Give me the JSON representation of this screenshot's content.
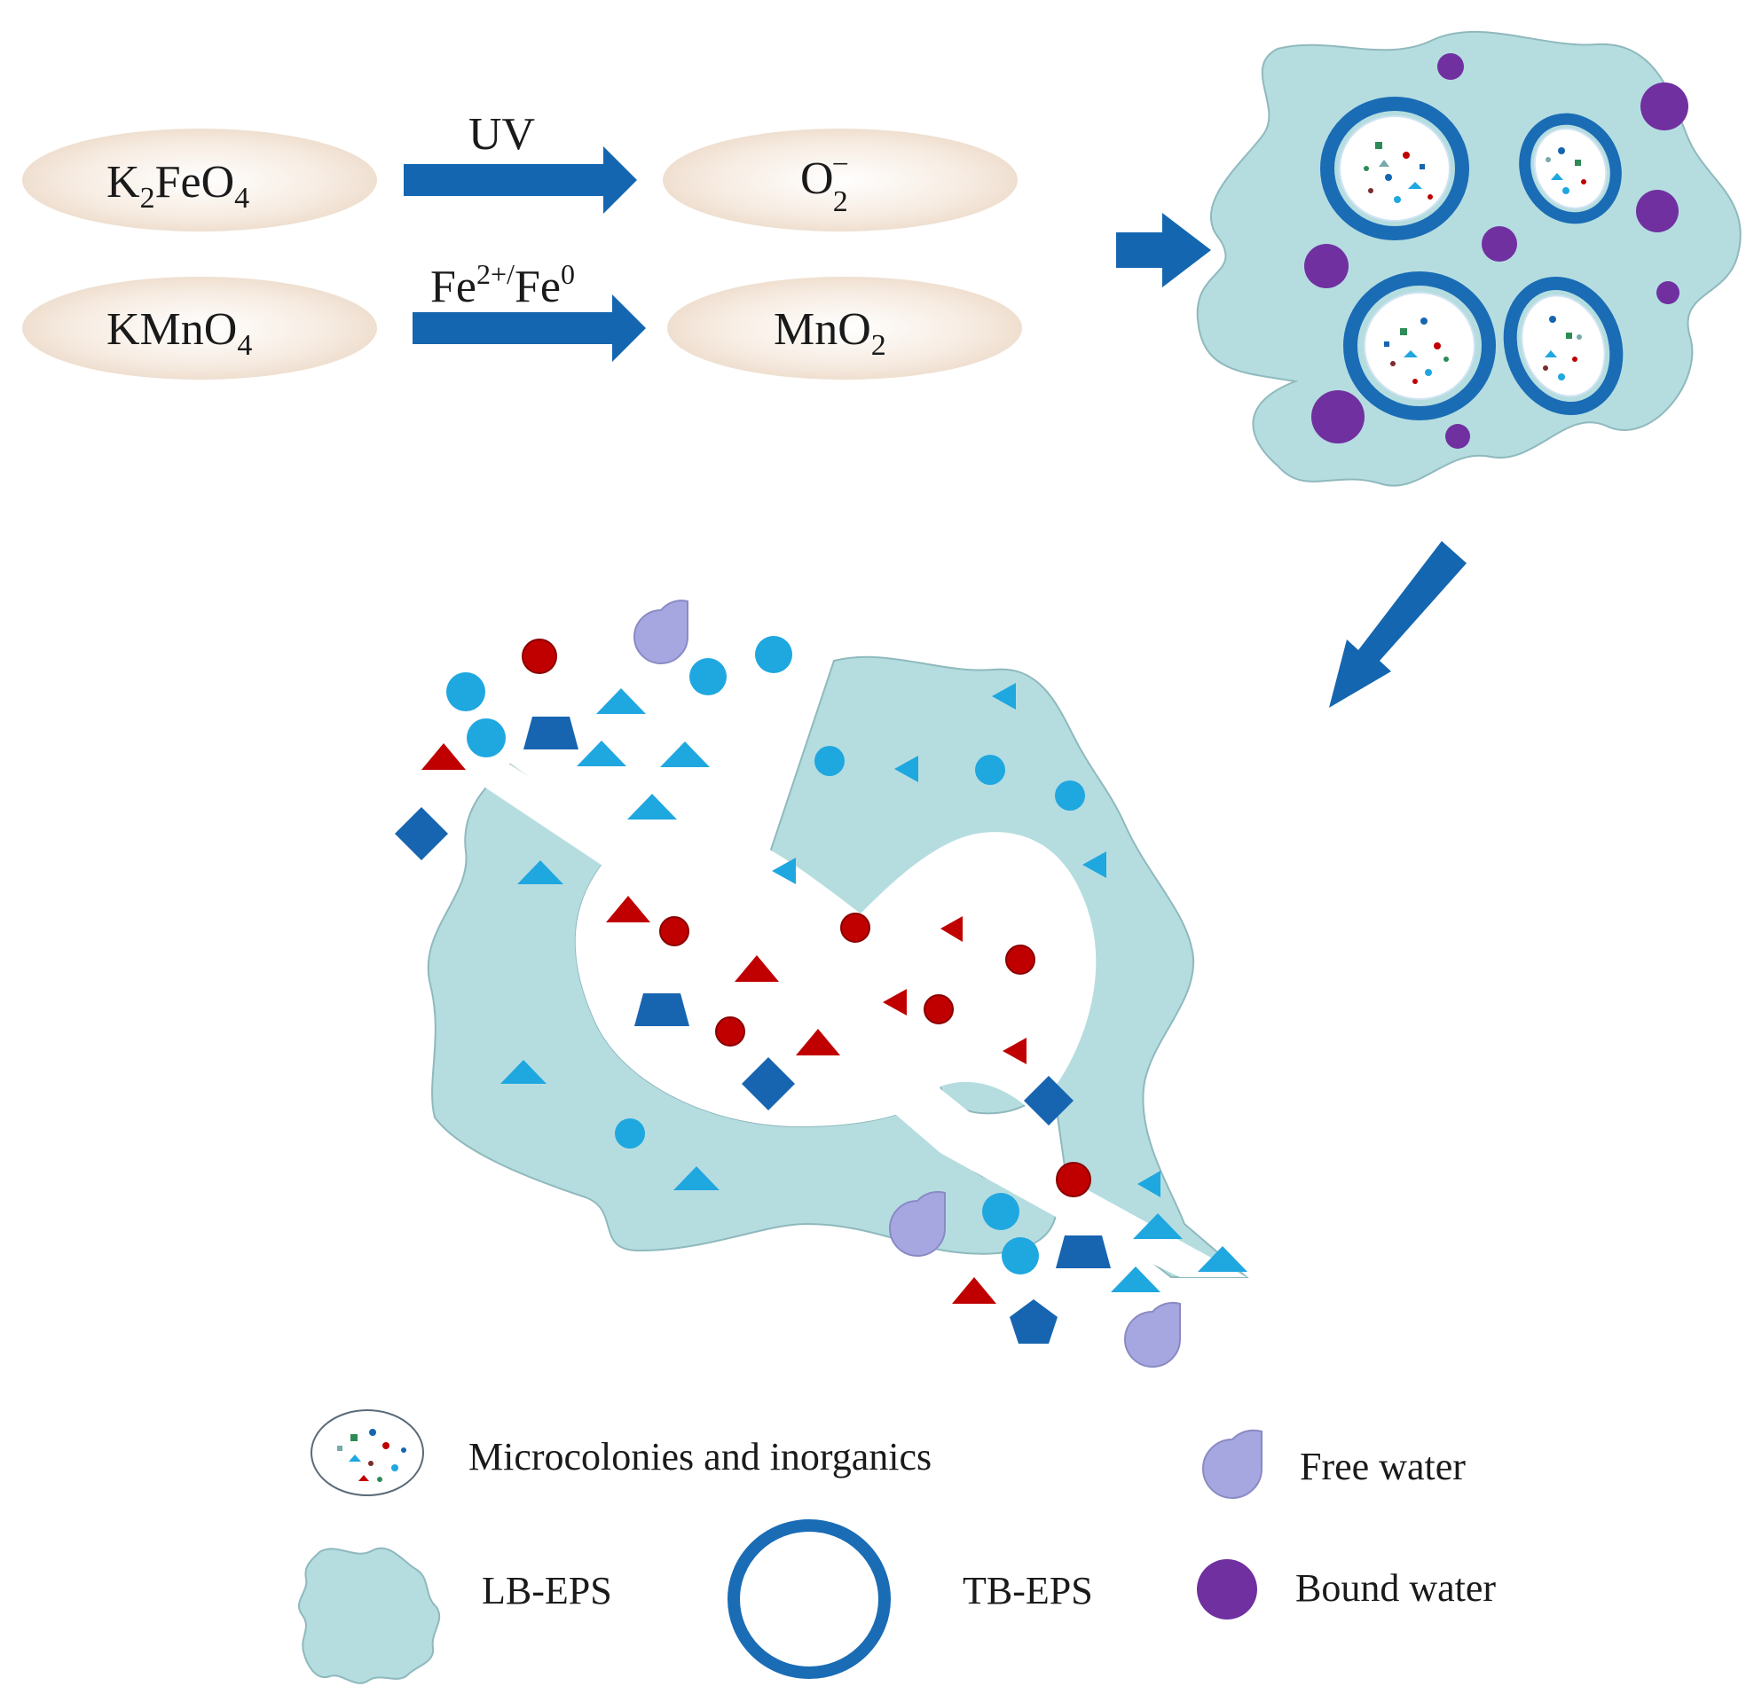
{
  "reactions": [
    {
      "reactant_main": "K",
      "reactant_sub1": "2",
      "reactant_mid": "FeO",
      "reactant_sub2": "4",
      "condition": "UV",
      "product_main": "O",
      "product_sup": "−",
      "product_sub": "2"
    },
    {
      "reactant_main": "KMnO",
      "reactant_sub": "4",
      "condition_main": "Fe",
      "condition_sup1": "2+/",
      "condition_main2": "Fe",
      "condition_sup2": "0",
      "product_main": "MnO",
      "product_sub": "2"
    }
  ],
  "legend": {
    "microcolonies": "Microcolonies and inorganics",
    "free_water": "Free water",
    "lb_eps": "LB-EPS",
    "tb_eps": "TB-EPS",
    "bound_water": "Bound water"
  },
  "colors": {
    "oval_fill": "#f3e6da",
    "arrow": "#1566b0",
    "lb_eps": "#b5dde0",
    "tb_eps": "#1a6cb5",
    "bound_water": "#7030a0",
    "free_water": "#a6a6e0",
    "red": "#c00000",
    "cyan": "#1fa7e0",
    "blue": "#1765b0"
  },
  "icons": [
    "lb-eps-blob",
    "tb-eps-ring",
    "bound-water-dot",
    "free-water-drop",
    "microcolony-ellipse"
  ]
}
